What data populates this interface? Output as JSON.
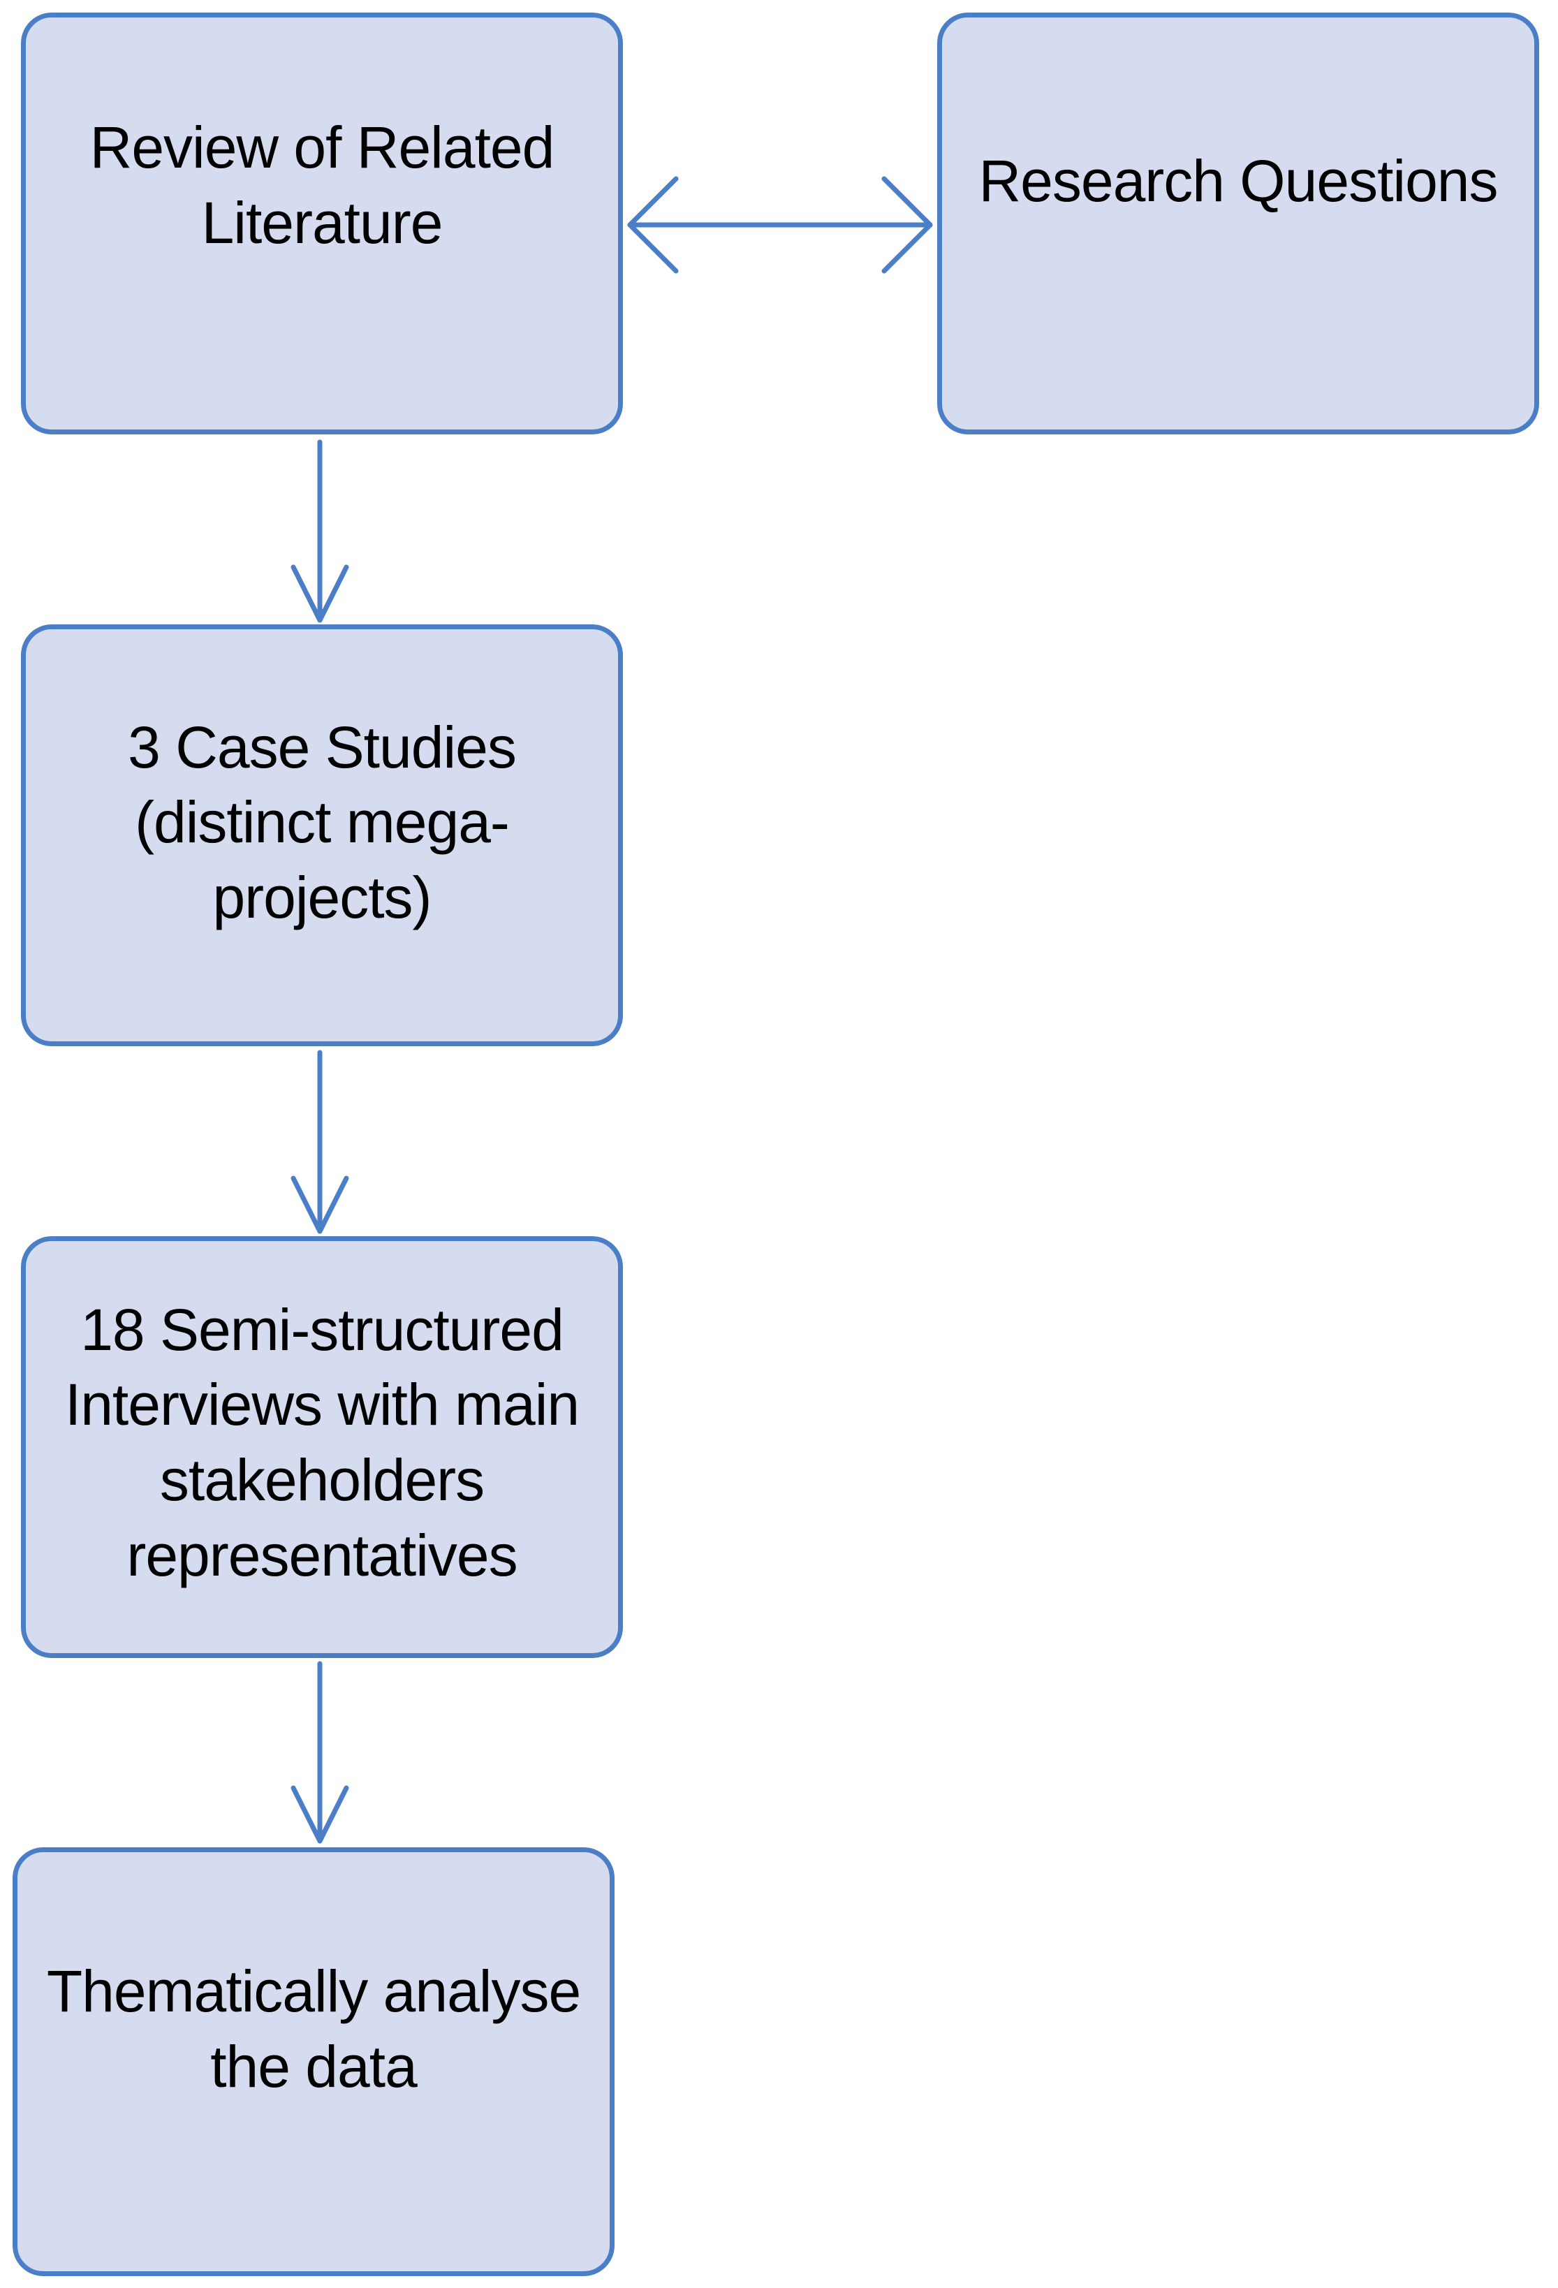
{
  "diagram": {
    "colors": {
      "box_fill": "#d6dcef",
      "box_border": "#4a7ec6",
      "arrow": "#4a7ec6",
      "text": "#000000"
    },
    "nodes": {
      "literature": "Review of Related\nLiterature",
      "research_questions": "Research Questions",
      "case_studies": "3 Case Studies\n(distinct mega-\nprojects)",
      "interviews": "18 Semi-structured\nInterviews with main\nstakeholders\nrepresentatives",
      "thematic": "Thematically analyse\nthe data"
    },
    "edges": [
      {
        "from": "literature",
        "to": "research_questions",
        "direction": "both"
      },
      {
        "from": "literature",
        "to": "case_studies",
        "direction": "forward"
      },
      {
        "from": "case_studies",
        "to": "interviews",
        "direction": "forward"
      },
      {
        "from": "interviews",
        "to": "thematic",
        "direction": "forward"
      }
    ]
  }
}
